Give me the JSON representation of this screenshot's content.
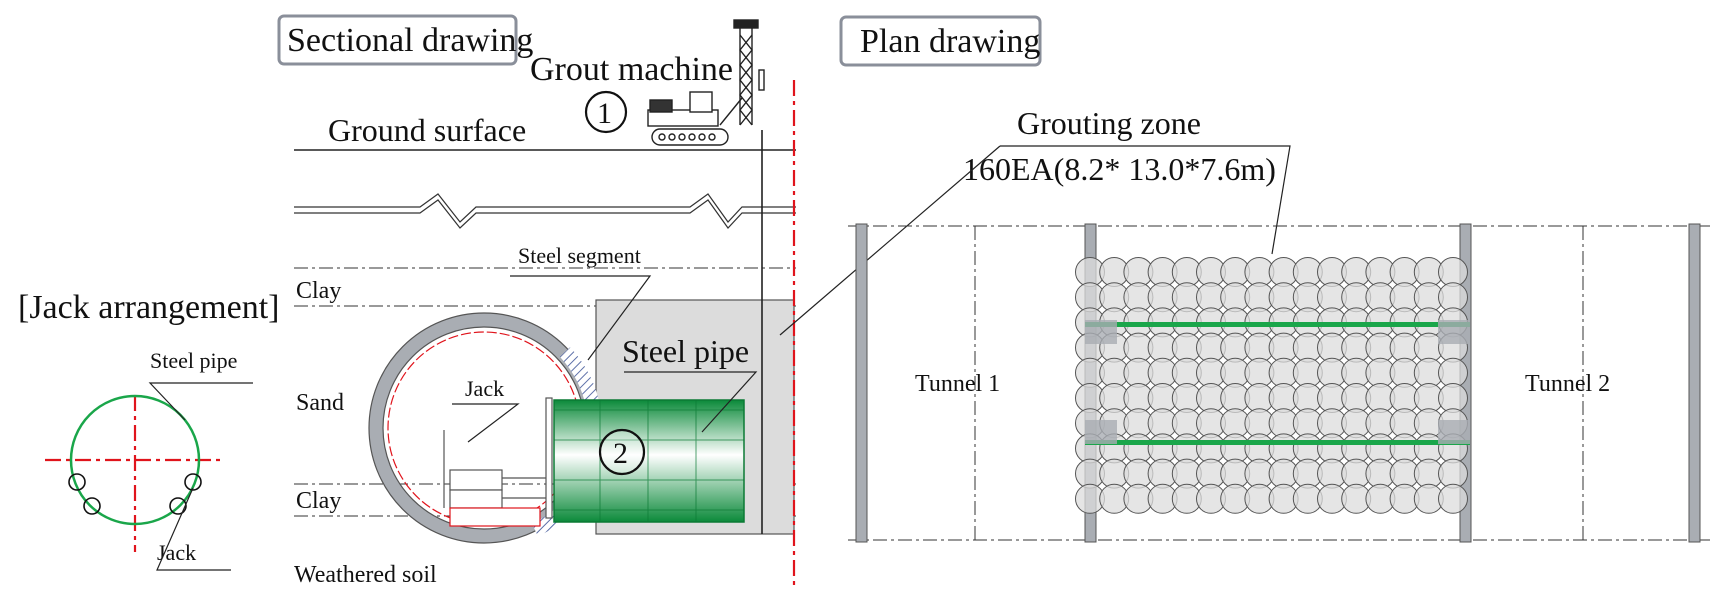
{
  "sectional": {
    "label": "Sectional drawing",
    "grout_machine": "Grout machine",
    "ground_surface": "Ground surface",
    "marker_1": "1",
    "marker_2": "2",
    "steel_segment": "Steel segment",
    "steel_pipe": "Steel pipe",
    "jack": "Jack",
    "layers": {
      "clay_upper": "Clay",
      "sand": "Sand",
      "clay_lower": "Clay",
      "weathered": "Weathered soil"
    }
  },
  "jack_arrangement": {
    "title": "[Jack arrangement]",
    "steel_pipe": "Steel pipe",
    "jack": "Jack"
  },
  "plan": {
    "label": "Plan drawing",
    "grouting_zone": "Grouting zone",
    "grouting_spec": "160EA(8.2* 13.0*7.6m)",
    "tunnel_1": "Tunnel 1",
    "tunnel_2": "Tunnel 2",
    "grout_columns": {
      "count": 160
    }
  },
  "colors": {
    "pipe_green": "#1aa64a",
    "center_red": "#e0141c",
    "segment_blue": "#5c6fa8",
    "fill_grey": "#dcdcdc"
  }
}
